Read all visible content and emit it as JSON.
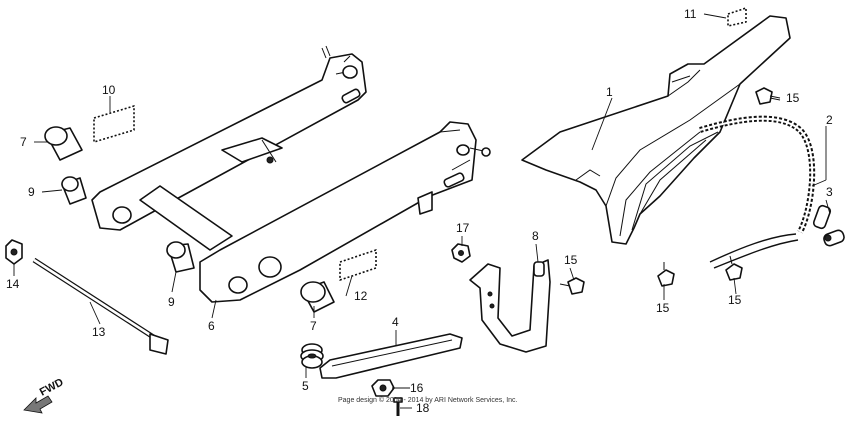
{
  "callouts": {
    "c1": "1",
    "c2": "2",
    "c3": "3",
    "c4": "4",
    "c5": "5",
    "c6": "6",
    "c7a": "7",
    "c7b": "7",
    "c8": "8",
    "c9a": "9",
    "c9b": "9",
    "c10": "10",
    "c11": "11",
    "c12": "12",
    "c13": "13",
    "c14": "14",
    "c15a": "15",
    "c15b": "15",
    "c15c": "15",
    "c15d": "15",
    "c16": "16",
    "c17": "17",
    "c18": "18"
  },
  "direction_label": "FWD",
  "copyright_line1": "Page design © 2004 - 2014 by ARI Network Services, Inc.",
  "colors": {
    "ink": "#111111",
    "paper": "#ffffff"
  }
}
